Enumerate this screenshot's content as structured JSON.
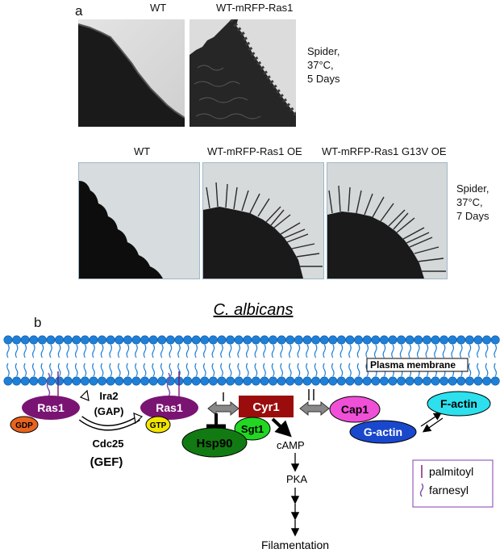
{
  "panel_a": {
    "letter": "a",
    "row1": {
      "labels": [
        "WT",
        "WT-mRFP-Ras1"
      ],
      "condition": [
        "Spider,",
        "37°C,",
        "5 Days"
      ]
    },
    "row2": {
      "labels": [
        "WT",
        "WT-mRFP-Ras1 OE",
        "WT-mRFP-Ras1 G13V OE"
      ],
      "condition": [
        "Spider,",
        "37°C,",
        "7 Days"
      ]
    }
  },
  "panel_b": {
    "letter": "b",
    "title": "C. albicans",
    "membrane_label": "Plasma membrane",
    "nodes": {
      "ras1_left": "Ras1",
      "gdp": "GDP",
      "ira2": "Ira2",
      "gap": "(GAP)",
      "cdc25": "Cdc25",
      "gef": "(GEF)",
      "ras1_right": "Ras1",
      "gtp": "GTP",
      "cyr1": "Cyr1",
      "sgt1": "Sgt1",
      "hsp90": "Hsp90",
      "cap1": "Cap1",
      "g_actin": "G-actin",
      "f_actin": "F-actin",
      "camp": "cAMP",
      "pka": "PKA",
      "filamentation": "Filamentation"
    },
    "legend": {
      "palmitoyl": "palmitoyl",
      "farnesyl": "farnesyl"
    },
    "colors": {
      "lipid_head": "#1f7fd6",
      "ras1": "#7a1473",
      "gdp": "#e8641e",
      "gtp": "#f2e600",
      "cyr1": "#9b0d0d",
      "sgt1": "#22d622",
      "hsp90": "#127a12",
      "cap1": "#f04fd8",
      "g_actin": "#1a48cc",
      "f_actin": "#2ce0ee",
      "legend_border": "#9a5dbb",
      "palmitoyl": "#7a1473",
      "farnesyl": "#7a4fa5"
    }
  }
}
